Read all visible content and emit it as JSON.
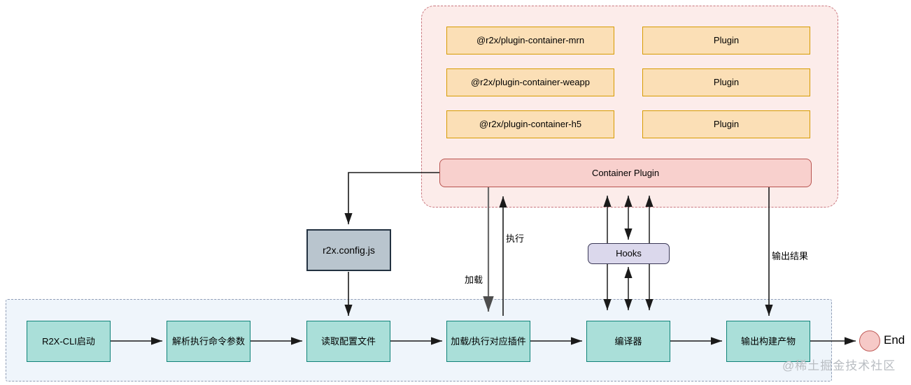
{
  "plugin_group": {
    "platform_plugins": [
      "@r2x/plugin-container-mrn",
      "@r2x/plugin-container-weapp",
      "@r2x/plugin-container-h5"
    ],
    "generic_plugins": [
      "Plugin",
      "Plugin",
      "Plugin"
    ],
    "container_plugin": "Container Plugin"
  },
  "middle": {
    "config_file": "r2x.config.js",
    "hooks": "Hooks"
  },
  "edge_labels": {
    "load": "加载",
    "execute": "执行",
    "output_result": "输出结果"
  },
  "flow": {
    "steps": [
      "R2X-CLI启动",
      "解析执行命令参数",
      "读取配置文件",
      "加载/执行对应插件",
      "编译器",
      "输出构建产物"
    ],
    "end": "End"
  },
  "watermark": "@稀土掘金技术社区",
  "colors": {
    "orange_fill": "#fbdfb6",
    "orange_border": "#d79b00",
    "container_plugin_fill": "#f8d0cd",
    "container_plugin_border": "#b85450",
    "pink_group_fill": "#fcecea",
    "pink_group_border": "#c9767e",
    "teal_fill": "#aadfd9",
    "teal_border": "#0f8278",
    "blue_group_fill": "#eff5fb",
    "blue_group_border": "#8f9cb5",
    "config_fill": "#b9c5ce",
    "config_border": "#223140",
    "hooks_fill": "#dbd8ec",
    "hooks_border": "#3a3856",
    "end_fill": "#f6c9c7",
    "end_border": "#bf5a56",
    "arrow_color": "#1a1a1a",
    "load_arrow_color": "#6b6b6b",
    "watermark_color": "#b9bdc2"
  }
}
